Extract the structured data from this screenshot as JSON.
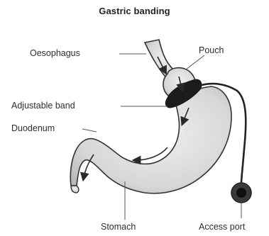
{
  "title": "Gastric banding",
  "labels": {
    "oesophagus": "Oesophagus",
    "pouch": "Pouch",
    "adjustable_band": "Adjustable band",
    "duodenum": "Duodenum",
    "stomach": "Stomach",
    "access_port": "Access port"
  },
  "colors": {
    "organ_fill": "#d9d9d9",
    "organ_outline": "#333333",
    "band": "#1c1c1c",
    "leader_line": "#555555"
  }
}
